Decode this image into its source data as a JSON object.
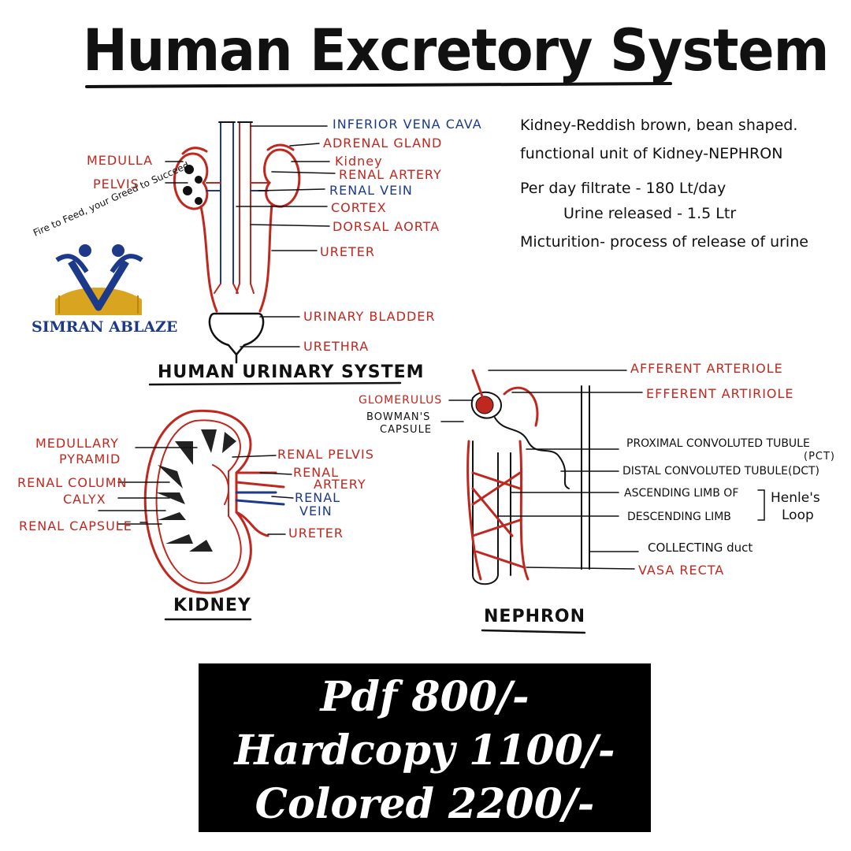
{
  "title": "Human Excretory System",
  "notes": [
    "Kidney-Reddish brown, bean shaped.",
    "functional unit of Kidney-NEPHRON",
    "Per day filtrate - 180 Lt/day",
    "Urine released - 1.5 Ltr",
    "Micturition- process of release of urine"
  ],
  "urinary": {
    "heading": "HUMAN URINARY SYSTEM",
    "labels": {
      "medulla": "MEDULLA",
      "pelvis": "PELVIS",
      "ivc": "INFERIOR VENA CAVA",
      "adrenal": "ADRENAL GLAND",
      "kidney": "Kidney",
      "renal_artery": "RENAL ARTERY",
      "renal_vein": "RENAL VEIN",
      "cortex": "CORTEX",
      "dorsal_aorta": "DORSAL AORTA",
      "ureter": "URETER",
      "bladder": "URINARY BLADDER",
      "urethra": "URETHRA"
    }
  },
  "kidney": {
    "heading": "KIDNEY",
    "labels": {
      "medullary_pyramid_1": "MEDULLARY",
      "medullary_pyramid_2": "PYRAMID",
      "renal_column": "RENAL COLUMN",
      "calyx": "CALYX",
      "renal_capsule": "RENAL CAPSULE",
      "renal_pelvis": "RENAL PELVIS",
      "renal_artery_1": "RENAL",
      "renal_artery_2": "ARTERY",
      "renal_vein_1": "RENAL",
      "renal_vein_2": "VEIN",
      "ureter": "URETER"
    }
  },
  "nephron": {
    "heading": "NEPHRON",
    "labels": {
      "afferent": "AFFERENT ARTERIOLE",
      "efferent": "EFFERENT ARTIRIOLE",
      "glomerulus": "GLOMERULUS",
      "bowmans_1": "BOWMAN'S",
      "bowmans_2": "CAPSULE",
      "pct_1": "PROXIMAL CONVOLUTED TUBULE",
      "pct_2": "(PCT)",
      "dct": "DISTAL CONVOLUTED TUBULE(DCT)",
      "ascending": "ASCENDING LIMB OF",
      "descending": "DESCENDING LIMB",
      "henle_1": "Henle's",
      "henle_2": "Loop",
      "collecting": "COLLECTING duct",
      "vasa": "VASA RECTA"
    }
  },
  "logo": {
    "arc_text": "Fire to Feed, your Greed to Succeed",
    "name": "SIMRAN ABLAZE"
  },
  "prices": [
    "Pdf 800/-",
    "Hardcopy 1100/-",
    "Colored 2200/-"
  ],
  "colors": {
    "red": "#c0271f",
    "blue": "#1d3a8a",
    "gold": "#d9a520",
    "black": "#000000"
  }
}
